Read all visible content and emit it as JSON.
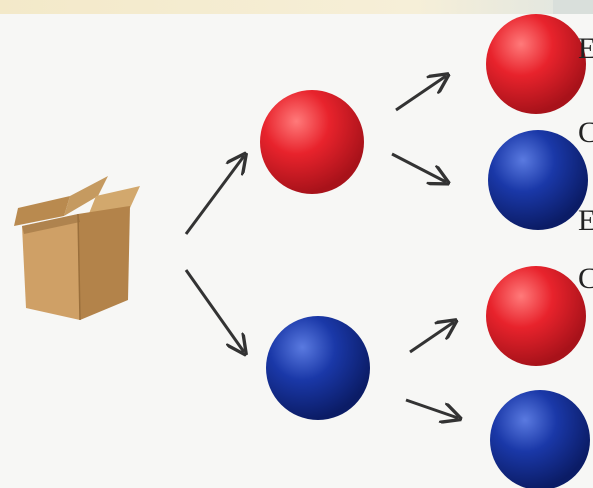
{
  "colors": {
    "red_ball": "#e0212b",
    "blue_ball": "#14309a",
    "box": "#c99a5c",
    "arrow": "#333333"
  },
  "nodes": {
    "start": {
      "icon": "cardboard-box-icon"
    },
    "level1": [
      "red",
      "blue"
    ],
    "level2": [
      "red",
      "blue",
      "red",
      "blue"
    ]
  },
  "cropped_edge_text": [
    "E",
    "C",
    "E",
    "C"
  ]
}
